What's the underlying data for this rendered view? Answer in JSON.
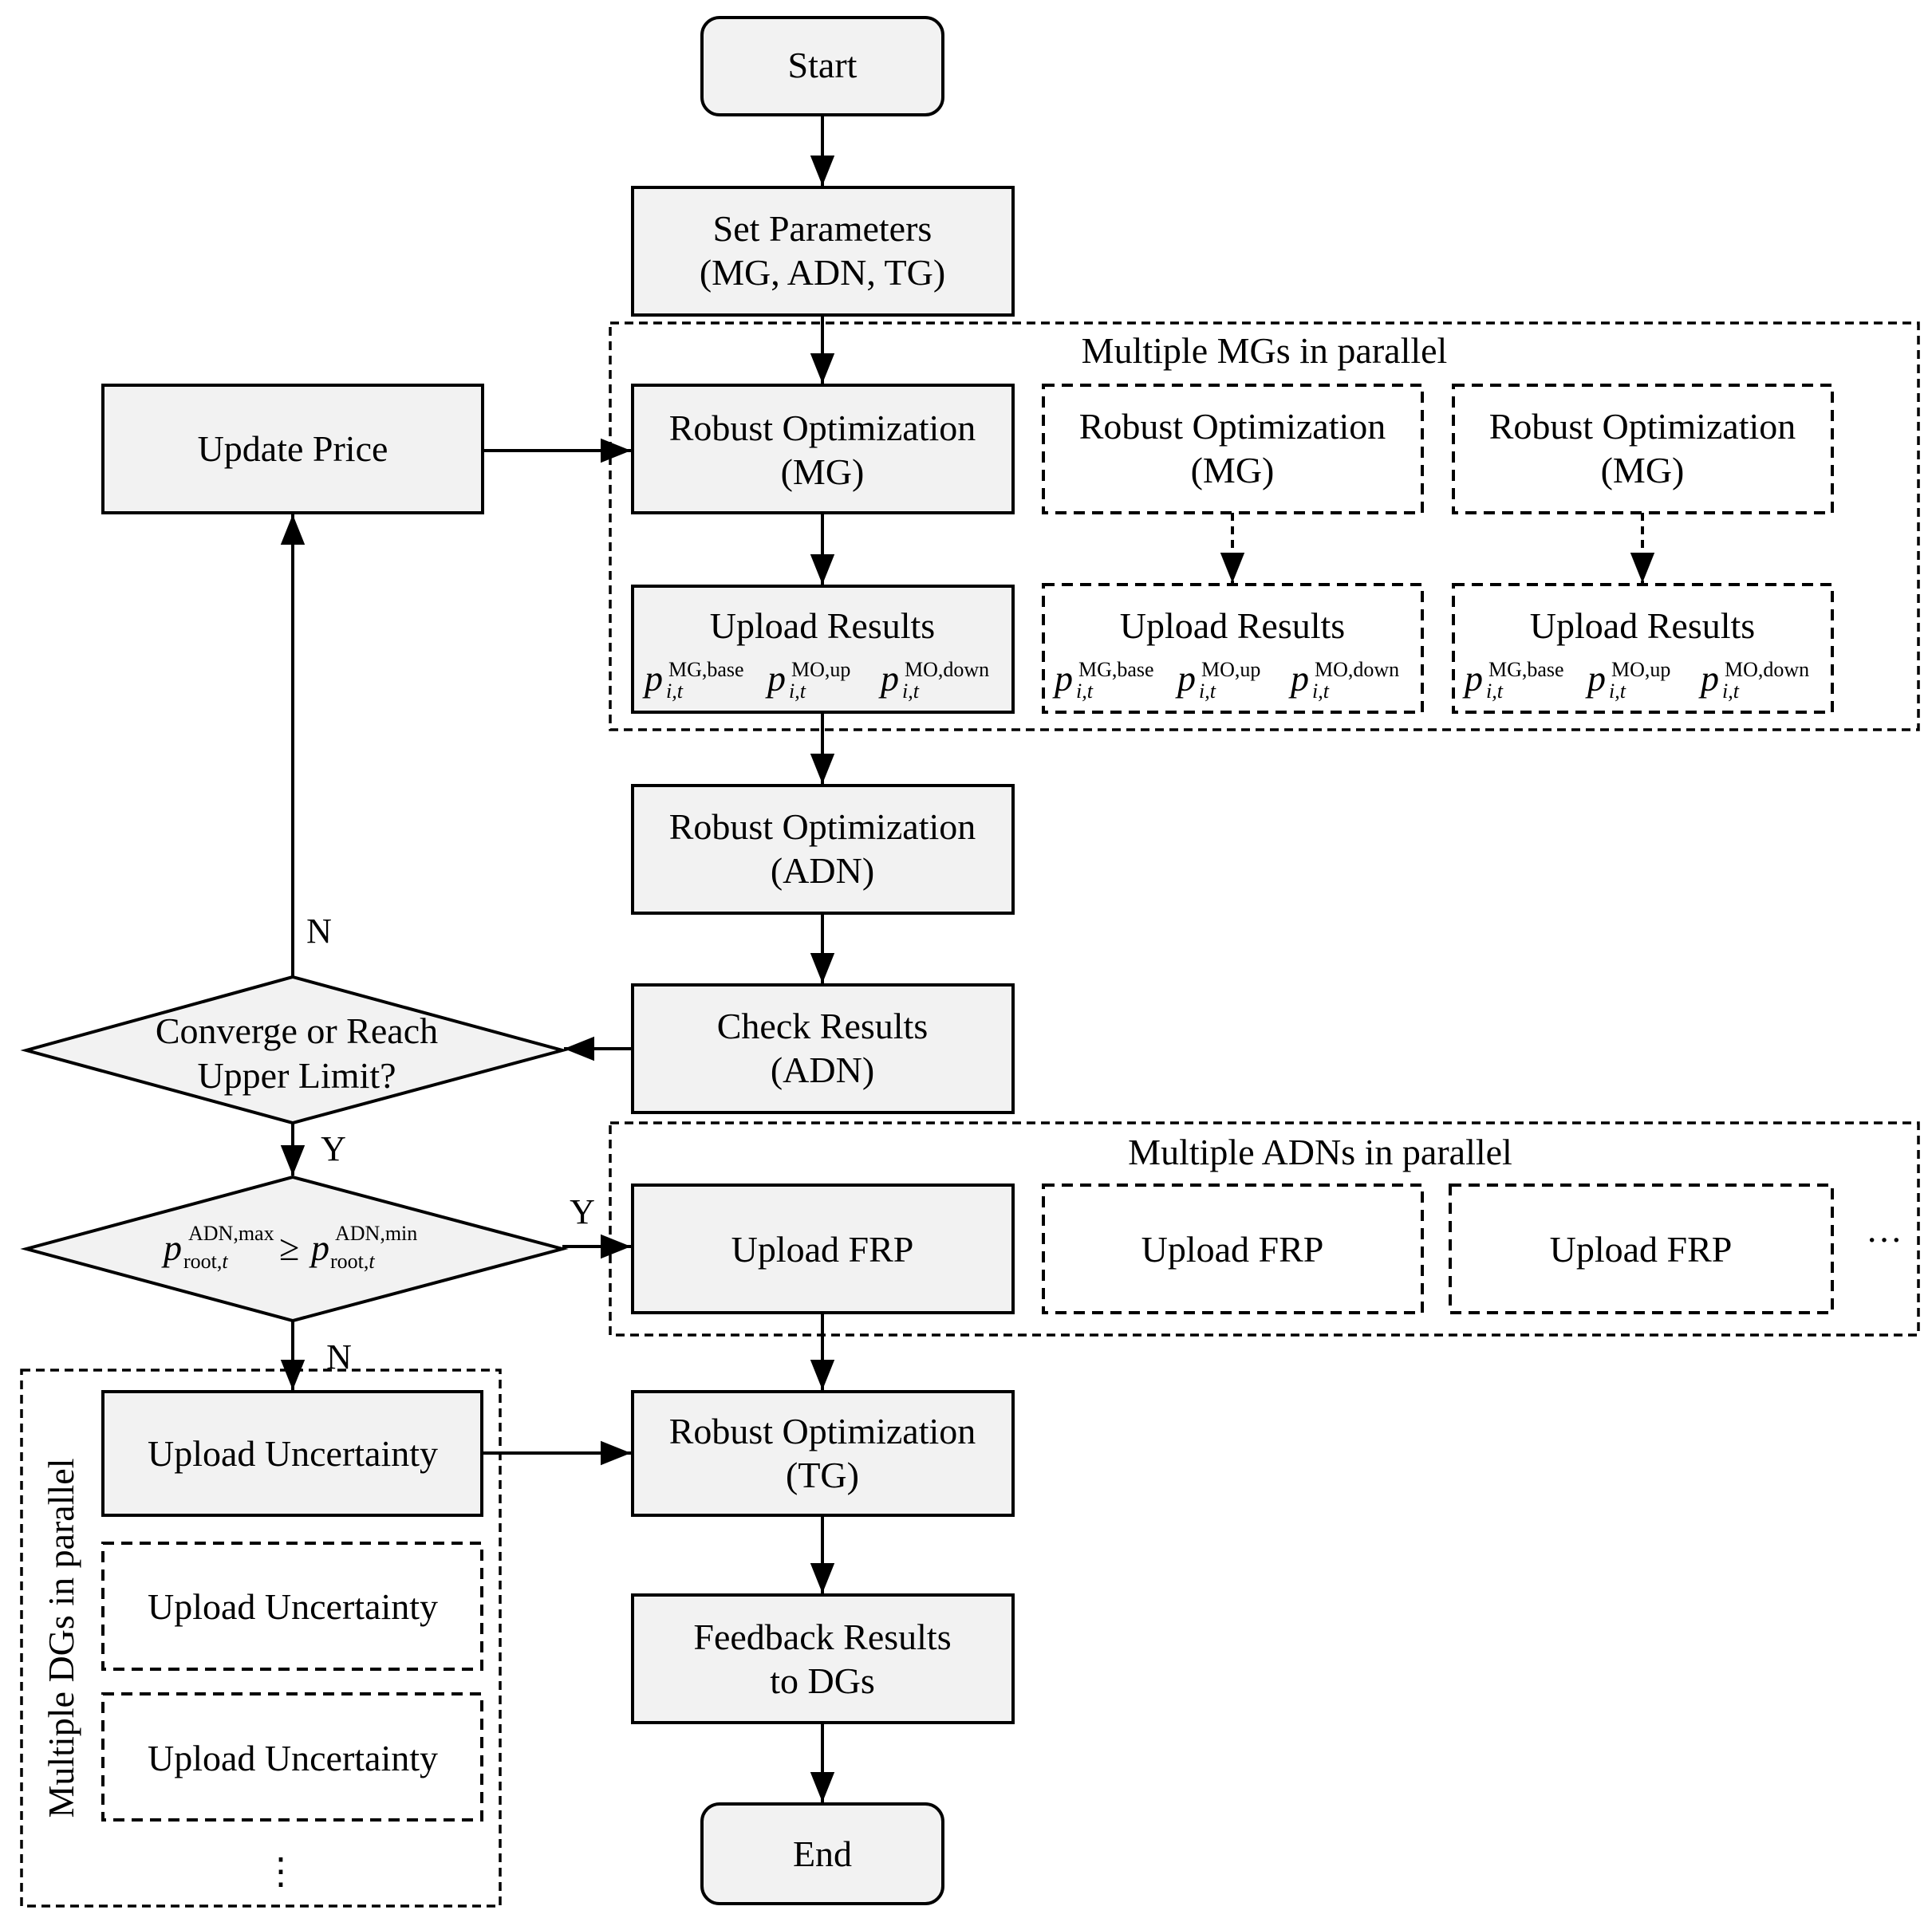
{
  "nodes": {
    "start": "Start",
    "set_params": [
      "Set Parameters",
      "(MG, ADN, TG)"
    ],
    "update_price": "Update Price",
    "robust_mg": [
      "Robust Optimization",
      "(MG)"
    ],
    "upload_results": "Upload Results",
    "robust_adn": [
      "Robust Optimization",
      "(ADN)"
    ],
    "check_results": [
      "Check Results",
      "(ADN)"
    ],
    "converge": [
      "Converge or Reach",
      "Upper Limit?"
    ],
    "upload_frp": "Upload FRP",
    "upload_uncertainty": "Upload Uncertainty",
    "robust_tg": [
      "Robust Optimization",
      "(TG)"
    ],
    "feedback": [
      "Feedback Results",
      "to DGs"
    ],
    "end": "End"
  },
  "math": {
    "p": "p",
    "it": "i,t",
    "mg_base": "MG,base",
    "mo_up": "MO,up",
    "mo_down": "MO,down",
    "adn_max": "ADN,max",
    "adn_min": "ADN,min",
    "root_t": "root,",
    "t": "t",
    "geq": "≥"
  },
  "groups": {
    "mgs": "Multiple MGs in parallel",
    "adns": "Multiple ADNs in parallel",
    "dgs": "Multiple DGs in parallel"
  },
  "labels": {
    "n": "N",
    "y": "Y",
    "ellipsis_h": "···",
    "ellipsis_v": "⋮"
  }
}
